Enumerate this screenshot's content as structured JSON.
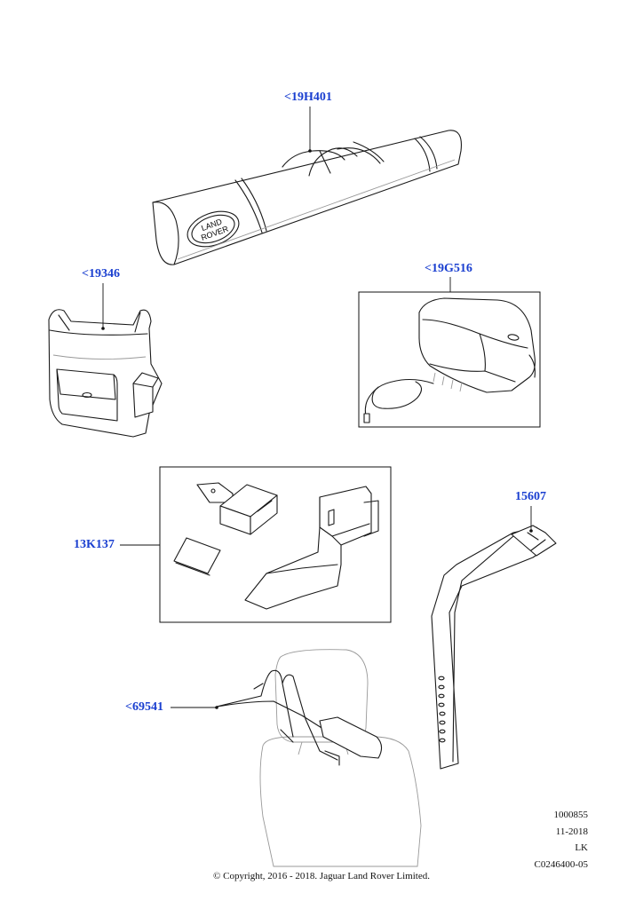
{
  "callouts": {
    "bag": "<19H401",
    "backpack": "<19346",
    "compressor": "<19G516",
    "kit": "13K137",
    "strap": "15607",
    "hanger": "<69541"
  },
  "logo_text": {
    "line1": "LAND",
    "line2": "ROVER"
  },
  "meta": {
    "ref": "1000855",
    "date": "11-2018",
    "code": "LK",
    "image_id": "C0246400-05"
  },
  "copyright": "© Copyright, 2016 - 2018. Jaguar Land Rover Limited.",
  "colors": {
    "callout": "#1a3fd0",
    "line": "#1a1a1a"
  }
}
